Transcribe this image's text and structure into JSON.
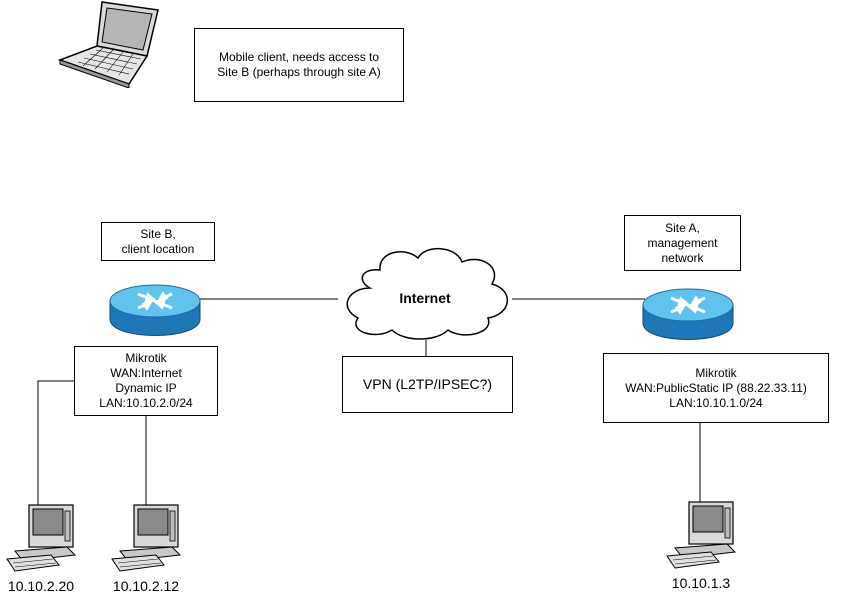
{
  "notes": {
    "mobile_client": "Mobile client, needs access to\nSite B (perhaps through site A)",
    "site_b": "Site B,\nclient location",
    "site_a": "Site A,\nmanagement\nnetwork"
  },
  "cloud": {
    "label": "Internet"
  },
  "vpn": {
    "label": "VPN (L2TP/IPSEC?)"
  },
  "router_b": {
    "info": "Mikrotik\nWAN:Internet\nDynamic IP\nLAN:10.10.2.0/24"
  },
  "router_a": {
    "info": "Mikrotik\nWAN:PublicStatic IP (88.22.33.11)\nLAN:10.10.1.0/24"
  },
  "computers": [
    {
      "ip": "10.10.2.20"
    },
    {
      "ip": "10.10.2.12"
    },
    {
      "ip": "10.10.1.3"
    }
  ],
  "colors": {
    "router_top": "#5fc3ee",
    "router_side": "#1e78b8",
    "screen": "#8a8a8a"
  }
}
